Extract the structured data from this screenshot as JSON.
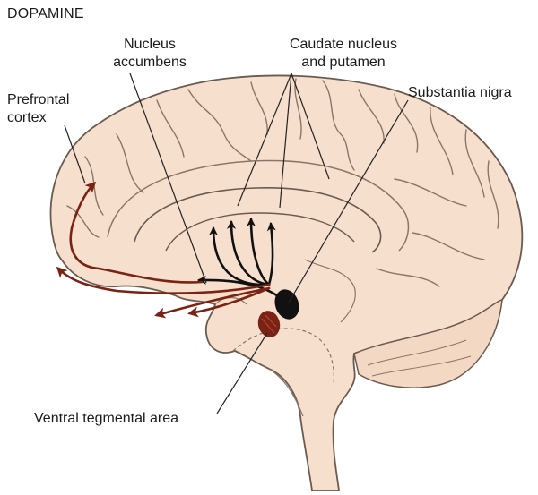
{
  "title": "DOPAMINE",
  "labels": {
    "nucleus_accumbens": [
      "Nucleus",
      "accumbens"
    ],
    "caudate": [
      "Caudate nucleus",
      "and putamen"
    ],
    "substantia_nigra": "Substantia nigra",
    "prefrontal": [
      "Prefrontal",
      "cortex"
    ],
    "vta": "Ventral tegmental area"
  },
  "colors": {
    "brain_fill": "#f6dfcd",
    "outline": "#6b5a50",
    "nigrostriatal": "#111111",
    "mesocortical": "#7a2314",
    "leader": "#222222"
  }
}
